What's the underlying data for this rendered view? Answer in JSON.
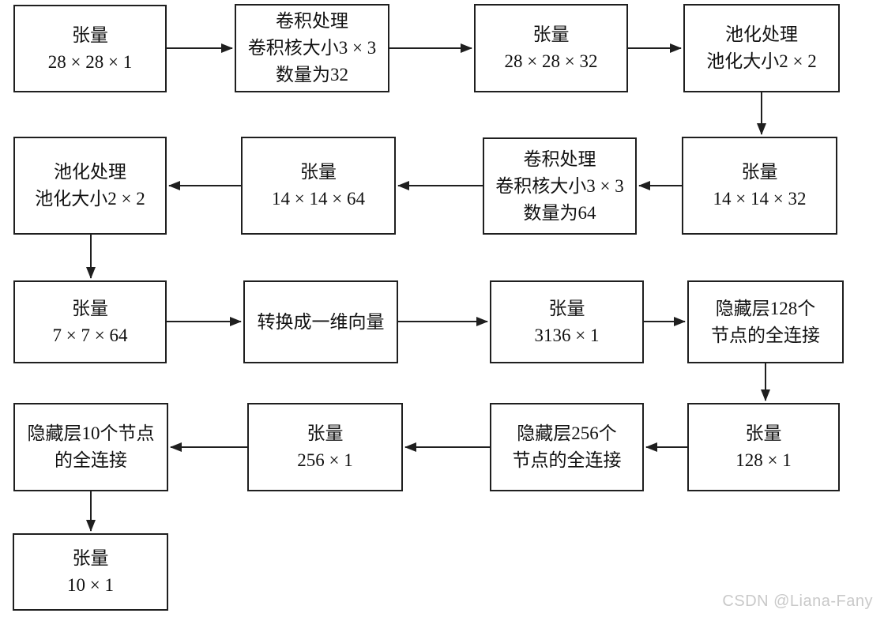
{
  "diagram": {
    "title_hint": "CNN 网络结构流程图",
    "colors": {
      "border": "#1f1f1f",
      "arrow": "#1f1f1f",
      "text": "#111111",
      "background": "#ffffff",
      "watermark": "#c9c9c9"
    },
    "nodes": [
      {
        "id": "tensor-28x28x1",
        "lines": [
          "张量",
          "28 × 28 × 1"
        ]
      },
      {
        "id": "conv-32",
        "lines": [
          "卷积处理",
          "卷积核大小3 × 3",
          "数量为32"
        ]
      },
      {
        "id": "tensor-28x28x32",
        "lines": [
          "张量",
          "28 × 28 × 32"
        ]
      },
      {
        "id": "pool-2x2-a",
        "lines": [
          "池化处理",
          "池化大小2 × 2"
        ]
      },
      {
        "id": "pool-2x2-b",
        "lines": [
          "池化处理",
          "池化大小2 × 2"
        ]
      },
      {
        "id": "tensor-14x14x64",
        "lines": [
          "张量",
          "14 × 14 × 64"
        ]
      },
      {
        "id": "conv-64",
        "lines": [
          "卷积处理",
          "卷积核大小3 × 3",
          "数量为64"
        ]
      },
      {
        "id": "tensor-14x14x32",
        "lines": [
          "张量",
          "14 × 14 × 32"
        ]
      },
      {
        "id": "tensor-7x7x64",
        "lines": [
          "张量",
          "7 × 7 × 64"
        ]
      },
      {
        "id": "flatten",
        "lines": [
          "转换成一维向量"
        ]
      },
      {
        "id": "tensor-3136x1",
        "lines": [
          "张量",
          "3136 × 1"
        ]
      },
      {
        "id": "fc-128",
        "lines": [
          "隐藏层128个",
          "节点的全连接"
        ]
      },
      {
        "id": "fc-10",
        "lines": [
          "隐藏层10个节点",
          "的全连接"
        ]
      },
      {
        "id": "tensor-256x1",
        "lines": [
          "张量",
          "256 × 1"
        ]
      },
      {
        "id": "fc-256",
        "lines": [
          "隐藏层256个",
          "节点的全连接"
        ]
      },
      {
        "id": "tensor-128x1",
        "lines": [
          "张量",
          "128 × 1"
        ]
      },
      {
        "id": "tensor-10x1",
        "lines": [
          "张量",
          "10 × 1"
        ]
      }
    ]
  },
  "watermark": {
    "text": "CSDN @Liana-Fany"
  }
}
